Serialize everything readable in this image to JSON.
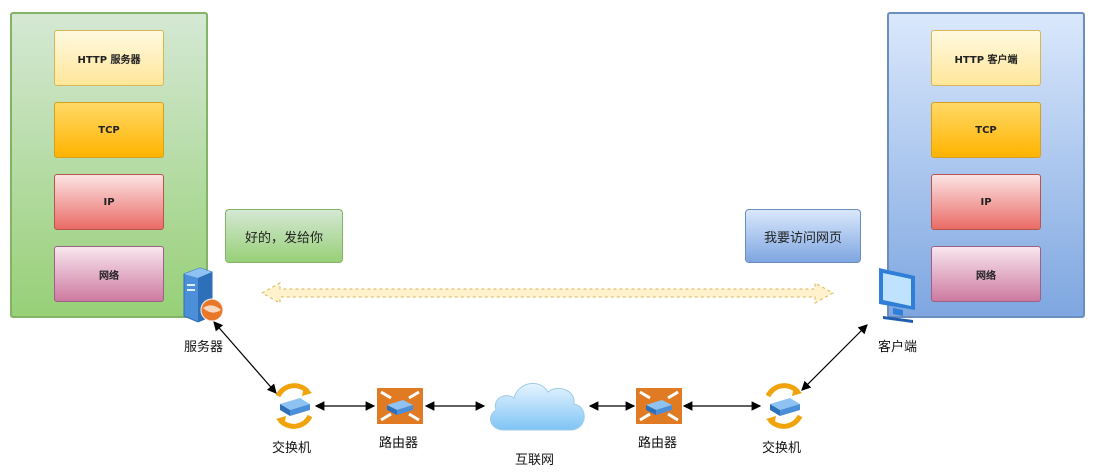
{
  "server_stack": {
    "layers": [
      "HTTP 服务器",
      "TCP",
      "IP",
      "网络"
    ]
  },
  "client_stack": {
    "layers": [
      "HTTP 客户端",
      "TCP",
      "IP",
      "网络"
    ]
  },
  "messages": {
    "server": "好的，发给你",
    "client": "我要访问网页"
  },
  "nodes": {
    "server": "服务器",
    "client": "客户端",
    "switch_left": "交换机",
    "router_left": "路由器",
    "internet": "互联网",
    "router_right": "路由器",
    "switch_right": "交换机"
  },
  "icons": {
    "server": "server-icon",
    "client": "monitor-icon",
    "switch": "switch-icon",
    "router": "router-icon",
    "internet": "cloud-icon"
  },
  "colors": {
    "server_panel": "#97d077",
    "client_panel": "#7ea6e0",
    "router": "#e07b24",
    "switch_arrows": "#f0a30a",
    "link": "#000000",
    "dashed_arrow_fill": "#fff2cc",
    "dashed_arrow_stroke": "#d6b656"
  }
}
